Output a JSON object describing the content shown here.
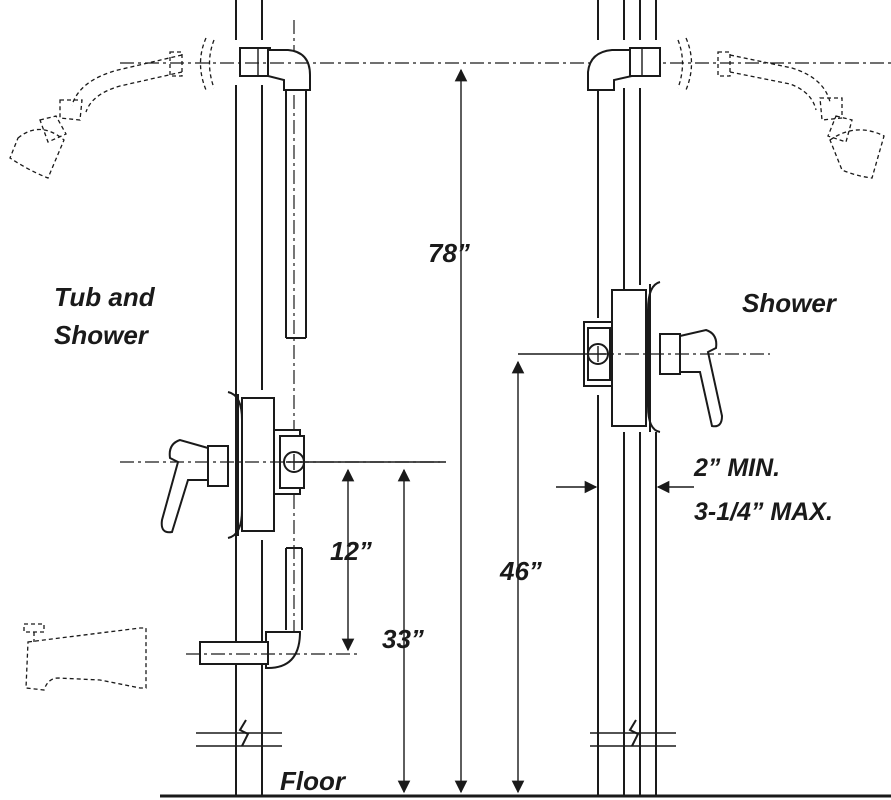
{
  "labels": {
    "tub_and_shower_line1": "Tub and",
    "tub_and_shower_line2": "Shower",
    "shower": "Shower",
    "dim_78": "78”",
    "dim_12": "12”",
    "dim_33": "33”",
    "dim_46": "46”",
    "wall_min": "2” MIN.",
    "wall_max": "3-1/4” MAX.",
    "floor": "Floor"
  }
}
